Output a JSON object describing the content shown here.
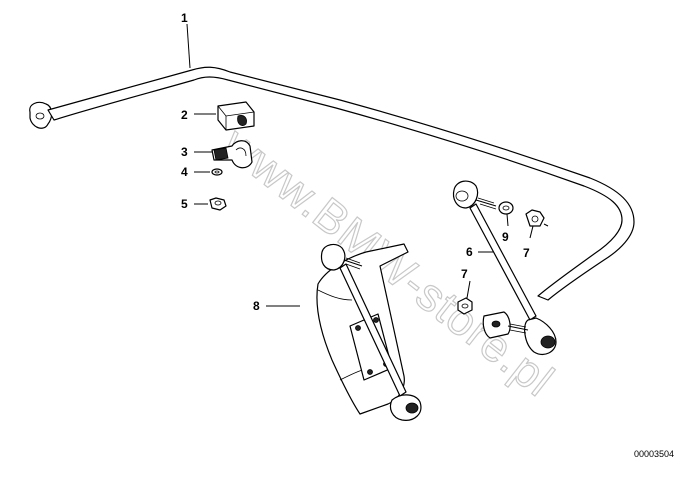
{
  "diagram": {
    "callouts": [
      {
        "id": "c1",
        "text": "1"
      },
      {
        "id": "c2",
        "text": "2"
      },
      {
        "id": "c3",
        "text": "3"
      },
      {
        "id": "c4",
        "text": "4"
      },
      {
        "id": "c5",
        "text": "5"
      },
      {
        "id": "c6",
        "text": "6"
      },
      {
        "id": "c7a",
        "text": "7"
      },
      {
        "id": "c7b",
        "text": "7"
      },
      {
        "id": "c8",
        "text": "8"
      },
      {
        "id": "c9",
        "text": "9"
      }
    ],
    "watermark": "www.BMW-store.pl",
    "doc_number": "00003504"
  }
}
